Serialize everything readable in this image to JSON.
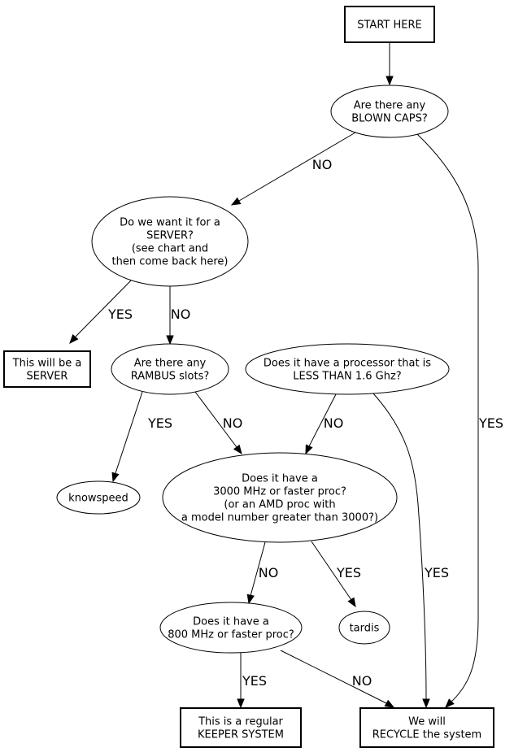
{
  "nodes": {
    "start": {
      "shape": "box",
      "lines": [
        "START HERE"
      ]
    },
    "blown_caps": {
      "shape": "ellipse",
      "lines": [
        "Are there any",
        "BLOWN CAPS?"
      ]
    },
    "server_q": {
      "shape": "ellipse",
      "lines": [
        "Do we want it for a",
        "SERVER?",
        "(see chart and",
        "then come back here)"
      ]
    },
    "server_result": {
      "shape": "box",
      "lines": [
        "This will be a",
        "SERVER"
      ]
    },
    "rambus": {
      "shape": "ellipse",
      "lines": [
        "Are there any",
        "RAMBUS slots?"
      ]
    },
    "proc_16": {
      "shape": "ellipse",
      "lines": [
        "Does it have a processor that is",
        "LESS THAN 1.6 Ghz?"
      ]
    },
    "knowspeed": {
      "shape": "ellipse",
      "lines": [
        "knowspeed"
      ]
    },
    "proc_3000": {
      "shape": "ellipse",
      "lines": [
        "Does it have a",
        "3000 MHz or faster proc?",
        "(or an AMD proc with",
        "a model number greater than 3000?)"
      ]
    },
    "proc_800": {
      "shape": "ellipse",
      "lines": [
        "Does it have a",
        "800 MHz or faster proc?"
      ]
    },
    "tardis": {
      "shape": "ellipse",
      "lines": [
        "tardis"
      ]
    },
    "keeper": {
      "shape": "box",
      "lines": [
        "This is a regular",
        "KEEPER SYSTEM"
      ]
    },
    "recycle": {
      "shape": "box",
      "lines": [
        "We will",
        "RECYCLE the system"
      ]
    }
  },
  "edges": [
    {
      "from": "start",
      "to": "blown_caps",
      "label": ""
    },
    {
      "from": "blown_caps",
      "to": "server_q",
      "label": "NO"
    },
    {
      "from": "blown_caps",
      "to": "recycle",
      "label": "YES"
    },
    {
      "from": "server_q",
      "to": "server_result",
      "label": "YES"
    },
    {
      "from": "server_q",
      "to": "rambus",
      "label": "NO"
    },
    {
      "from": "rambus",
      "to": "knowspeed",
      "label": "YES"
    },
    {
      "from": "rambus",
      "to": "proc_3000",
      "label": "NO"
    },
    {
      "from": "proc_16",
      "to": "proc_3000",
      "label": "NO"
    },
    {
      "from": "proc_16",
      "to": "recycle",
      "label": "YES"
    },
    {
      "from": "proc_3000",
      "to": "proc_800",
      "label": "NO"
    },
    {
      "from": "proc_3000",
      "to": "tardis",
      "label": "YES"
    },
    {
      "from": "proc_800",
      "to": "keeper",
      "label": "YES"
    },
    {
      "from": "proc_800",
      "to": "recycle",
      "label": "NO"
    }
  ]
}
